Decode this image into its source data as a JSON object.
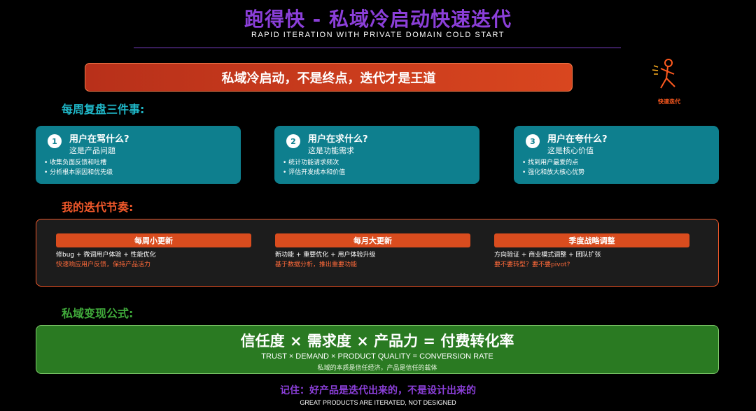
{
  "header": {
    "title": "跑得快 - 私域冷启动快速迭代",
    "subtitle": "RAPID ITERATION WITH PRIVATE DOMAIN COLD START"
  },
  "banner": {
    "text": "私域冷启动，不是终点，迭代才是王道"
  },
  "runner": {
    "icon": "running-person-icon",
    "label": "快速迭代"
  },
  "review": {
    "title": "每周复盘三件事:",
    "cards": [
      {
        "num": "1",
        "title": "用户在骂什么?",
        "sub": "这是产品问题",
        "bullets": [
          "• 收集负面反馈和吐槽",
          "• 分析根本原因和优先级"
        ]
      },
      {
        "num": "2",
        "title": "用户在求什么?",
        "sub": "这是功能需求",
        "bullets": [
          "• 统计功能请求频次",
          "• 评估开发成本和价值"
        ]
      },
      {
        "num": "3",
        "title": "用户在夸什么?",
        "sub": "这是核心价值",
        "bullets": [
          "• 找到用户最爱的点",
          "• 强化和放大核心优势"
        ]
      }
    ]
  },
  "rhythm": {
    "title": "我的迭代节奏:",
    "columns": [
      {
        "label": "每周小更新",
        "line1": "修bug + 微调用户体验 + 性能优化",
        "line2": "快速响应用户反馈，保持产品活力"
      },
      {
        "label": "每月大更新",
        "line1": "新功能 + 重要优化 + 用户体验升级",
        "line2": "基于数据分析，推出重要功能"
      },
      {
        "label": "季度战略调整",
        "line1": "方向验证 + 商业模式调整 + 团队扩张",
        "line2": "要不要转型？要不要pivot?"
      }
    ]
  },
  "formula": {
    "title": "私域变现公式:",
    "main": "信任度 × 需求度 × 产品力 = 付费转化率",
    "en": "TRUST × DEMAND × PRODUCT QUALITY = CONVERSION RATE",
    "note": "私域的本质是信任经济，产品是信任的载体"
  },
  "footer": {
    "remember": "记住：好产品是迭代出来的，不是设计出来的",
    "remember_en": "GREAT PRODUCTS ARE ITERATED, NOT DESIGNED"
  },
  "colors": {
    "purple": "#8b3fd9",
    "teal": "#0e7f8e",
    "orange": "#f0582a",
    "green": "#2a7a22"
  }
}
